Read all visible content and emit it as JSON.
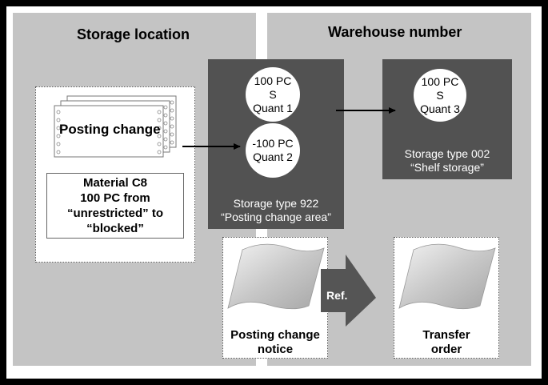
{
  "panels": {
    "left_title": "Storage location",
    "right_title": "Warehouse number"
  },
  "posting_doc": {
    "label": "Posting change"
  },
  "material": {
    "line1": "Material C8",
    "line2": "100 PC from",
    "line3": "“unrestricted” to",
    "line4": "“blocked”"
  },
  "storage_922": {
    "quant1": {
      "line1": "100 PC",
      "line2": "S",
      "line3": "Quant 1"
    },
    "quant2": {
      "line1": "-100 PC",
      "line2": "Quant 2"
    },
    "label_line1": "Storage type 922",
    "label_line2": "“Posting change area”"
  },
  "storage_002": {
    "quant3": {
      "line1": "100 PC",
      "line2": "S",
      "line3": "Quant 3"
    },
    "label_line1": "Storage type 002",
    "label_line2": "“Shelf storage”"
  },
  "notice": {
    "line1": "Posting change",
    "line2": "notice"
  },
  "ref_arrow": {
    "label": "Ref."
  },
  "transfer": {
    "line1": "Transfer",
    "line2": "order"
  },
  "colors": {
    "background": "#000000",
    "panel": "#c4c4c4",
    "dark_box": "#525252",
    "ref_arrow": "#555555"
  }
}
